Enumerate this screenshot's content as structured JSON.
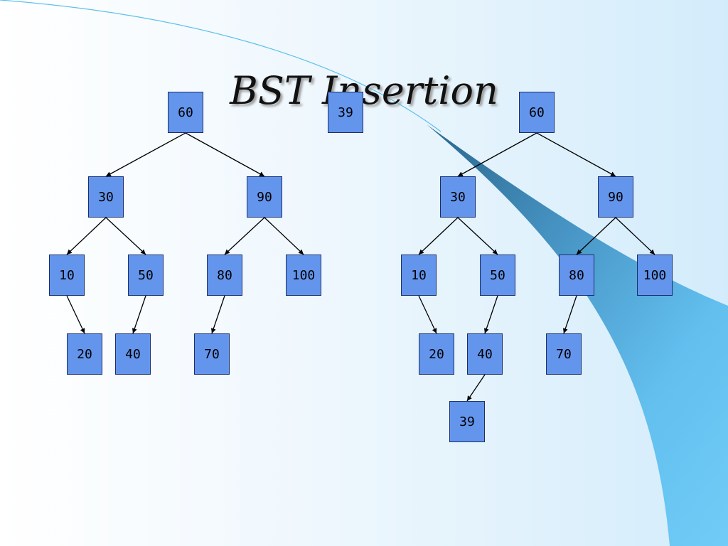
{
  "title": "BST Insertion",
  "insert_key": "39",
  "colors": {
    "node_fill": "#6495ed",
    "node_border": "#1a2e6a",
    "edge": "#000000",
    "swoosh_dark": "#2f6e96",
    "swoosh_light": "#6ccaf6"
  },
  "trees": [
    {
      "name": "before-tree",
      "nodes": [
        {
          "id": "l60",
          "label": "60"
        },
        {
          "id": "l30",
          "label": "30"
        },
        {
          "id": "l90",
          "label": "90"
        },
        {
          "id": "l10",
          "label": "10"
        },
        {
          "id": "l50",
          "label": "50"
        },
        {
          "id": "l80",
          "label": "80"
        },
        {
          "id": "l100",
          "label": "100"
        },
        {
          "id": "l20",
          "label": "20"
        },
        {
          "id": "l40",
          "label": "40"
        },
        {
          "id": "l70",
          "label": "70"
        }
      ],
      "edges": [
        [
          "l60",
          "l30"
        ],
        [
          "l60",
          "l90"
        ],
        [
          "l30",
          "l10"
        ],
        [
          "l30",
          "l50"
        ],
        [
          "l90",
          "l80"
        ],
        [
          "l90",
          "l100"
        ],
        [
          "l10",
          "l20"
        ],
        [
          "l50",
          "l40"
        ],
        [
          "l80",
          "l70"
        ]
      ]
    },
    {
      "name": "after-tree",
      "nodes": [
        {
          "id": "r60",
          "label": "60"
        },
        {
          "id": "r30",
          "label": "30"
        },
        {
          "id": "r90",
          "label": "90"
        },
        {
          "id": "r10",
          "label": "10"
        },
        {
          "id": "r50",
          "label": "50"
        },
        {
          "id": "r80",
          "label": "80"
        },
        {
          "id": "r100",
          "label": "100"
        },
        {
          "id": "r20",
          "label": "20"
        },
        {
          "id": "r40",
          "label": "40"
        },
        {
          "id": "r70",
          "label": "70"
        },
        {
          "id": "r39",
          "label": "39"
        }
      ],
      "edges": [
        [
          "r60",
          "r30"
        ],
        [
          "r60",
          "r90"
        ],
        [
          "r30",
          "r10"
        ],
        [
          "r30",
          "r50"
        ],
        [
          "r90",
          "r80"
        ],
        [
          "r90",
          "r100"
        ],
        [
          "r10",
          "r20"
        ],
        [
          "r50",
          "r40"
        ],
        [
          "r80",
          "r70"
        ],
        [
          "r40",
          "r39"
        ]
      ]
    }
  ]
}
